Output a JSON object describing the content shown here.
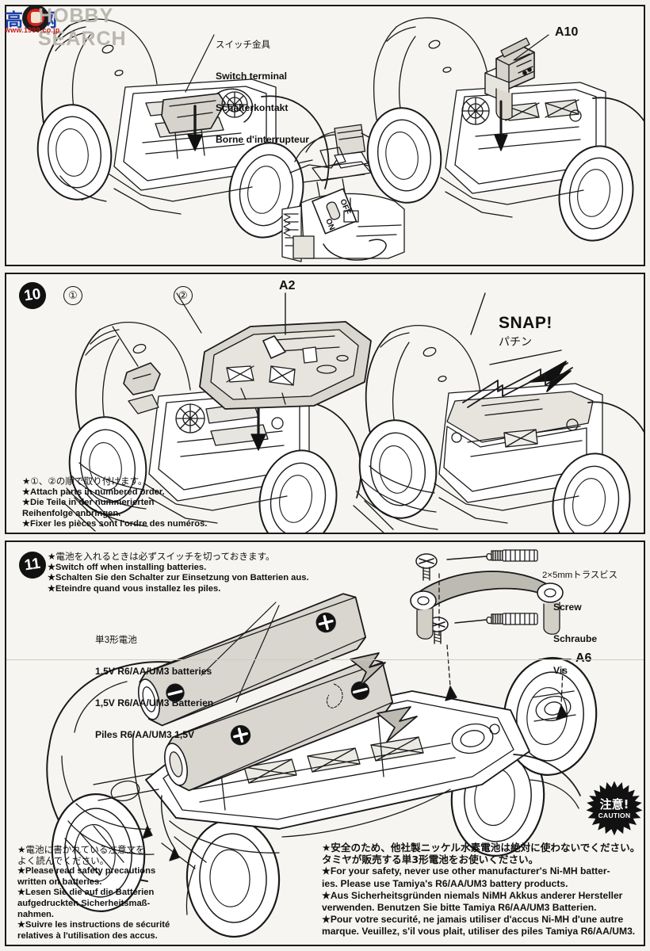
{
  "watermark": {
    "brand": "HOBBY SEARCH",
    "cjk": "高网",
    "url": "www.1999.co.jp"
  },
  "panels": [
    {
      "id": "step-9",
      "step_number": "",
      "labels": {
        "switch_terminal": {
          "jp": "スイッチ金具",
          "en": "Switch terminal",
          "de": "Schalterkontakt",
          "fr": "Borne d'interrupteur"
        },
        "part_a10": "A10",
        "switch_on": "ON",
        "switch_off": "OFF"
      }
    },
    {
      "id": "step-10",
      "step_number": "10",
      "labels": {
        "num_1": "①",
        "num_2": "②",
        "part_a2": "A2",
        "snap_en": "SNAP!",
        "snap_jp": "パチン"
      },
      "instructions": [
        "★①、②の順で取り付けます。",
        "★Attach parts in numbered order.",
        "★Die Teile in der nummerierten",
        "Reihenfolge anbringen.",
        "★Fixer les pièces sont l'ordre des numéros."
      ]
    },
    {
      "id": "step-11",
      "step_number": "11",
      "header": [
        "★電池を入れるときは必ずスイッチを切っておきます。",
        "★Switch off when installing batteries.",
        "★Schalten Sie den Schalter zur Einsetzung von Batterien aus.",
        "★Eteindre quand vous installez les piles."
      ],
      "battery_label": [
        "単3形電池",
        "1.5V R6/AA/UM3 batteries",
        "1,5V R6/AA/UM3 Batterien",
        "Piles R6/AA/UM3 1,5V"
      ],
      "screw_label": [
        "2×5mmトラスビス",
        "Screw",
        "Schraube",
        "Vis"
      ],
      "part_a6": "A6",
      "battery_polarity": {
        "plus": "+",
        "minus": "−"
      },
      "note_left": [
        "★電池に書かれている注意文を",
        "よく読んでください。",
        "★Please read safety precautions",
        "written on batteries.",
        "★Lesen Sie die auf die Batterien",
        "aufgedruckten Sicherheitsmaß-",
        "nahmen.",
        "★Suivre les instructions de sécurité",
        "relatives à l'utilisation des accus."
      ],
      "caution_text": [
        "★安全のため、他社製ニッケル水素電池は絶対に使わないでください。",
        "タミヤが販売する単3形電池をお使いください。",
        "★For your safety, never use other manufacturer's Ni-MH batter-",
        "ies. Please use Tamiya's R6/AA/UM3 battery products.",
        "★Aus Sicherheitsgründen niemals NiMH Akkus anderer Hersteller",
        "verwenden. Benutzen Sie bitte Tamiya R6/AA/UM3 Batterien.",
        "★Pour votre securité, ne jamais utiliser d'accus Ni-MH d'une autre",
        "marque. Veuillez, s'il vous plait, utiliser des piles Tamiya R6/AA/UM3."
      ],
      "caution_badge": {
        "jp": "注意!",
        "en": "CAUTION"
      }
    }
  ],
  "colors": {
    "page_bg": "#f4f2ee",
    "ink": "#1a1a1a",
    "shade_light": "#dedbd4",
    "shade_mid": "#c8c5bd",
    "watermark_blue": "#1a3faa",
    "watermark_red": "#c01c16"
  }
}
